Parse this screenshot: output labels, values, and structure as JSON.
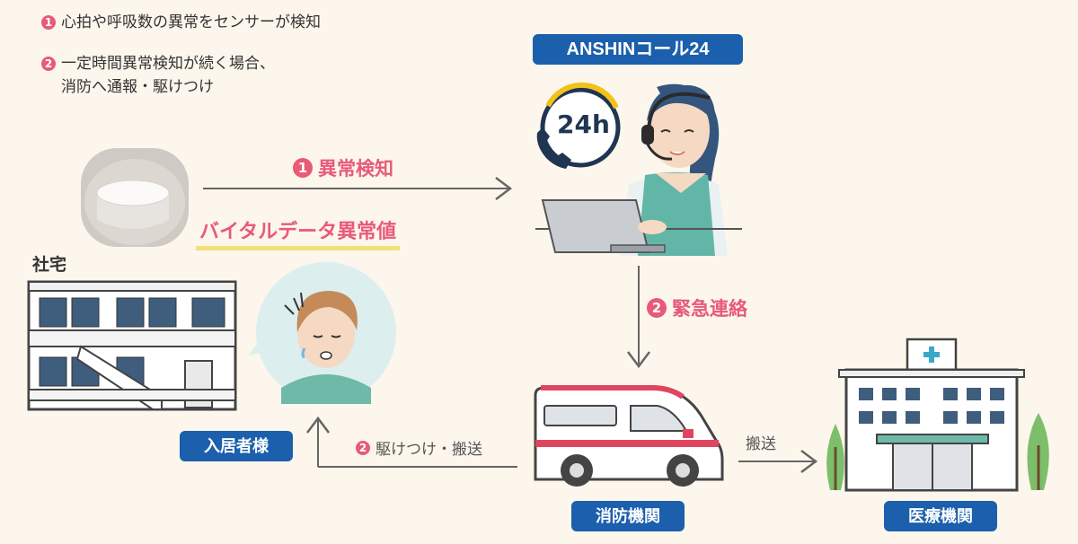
{
  "legend": {
    "item1_num": "1",
    "item1_text": "心拍や呼吸数の異常をセンサーが検知",
    "item2_num": "2",
    "item2_line1": "一定時間異常検知が続く場合、",
    "item2_line2": "消防へ通報・駆けつけ"
  },
  "call_center": {
    "label": "ANSHINコール24",
    "clock_text": "24h"
  },
  "arrows": {
    "detect_num": "1",
    "detect_label": "異常検知",
    "emergency_num": "2",
    "emergency_label": "緊急連絡",
    "rush_num": "2",
    "rush_label": "駆けつけ・搬送",
    "transport_label": "搬送"
  },
  "vital_label": "バイタルデータ異常値",
  "housing_label": "社宅",
  "resident_label": "入居者様",
  "fire_label": "消防機関",
  "hospital_label": "医療機関",
  "colors": {
    "accent_pink": "#e85a78",
    "badge_blue": "#1b5fad",
    "highlight_yellow": "#f3e07a",
    "background": "#fcf6ec"
  }
}
